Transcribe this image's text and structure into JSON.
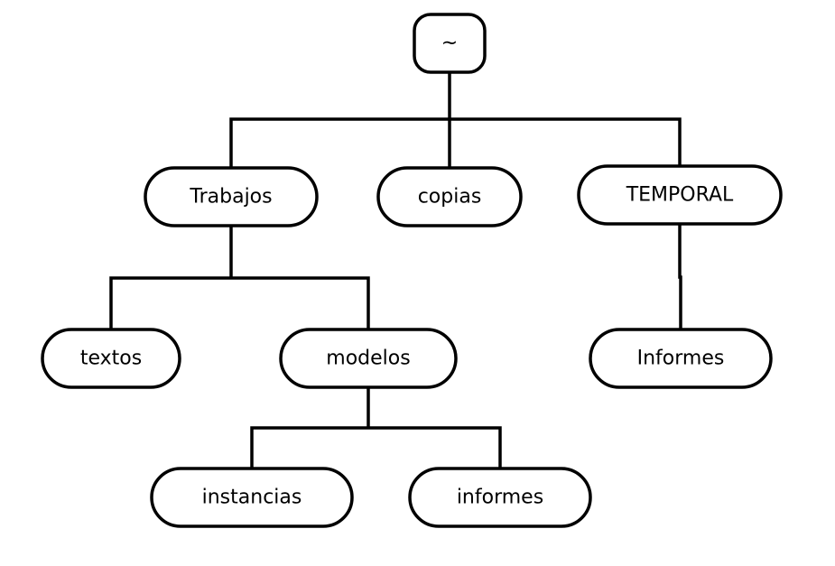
{
  "tree": {
    "nodes": [
      {
        "id": "root",
        "label": "~",
        "parent": null
      },
      {
        "id": "trabajos",
        "label": "Trabajos",
        "parent": "root"
      },
      {
        "id": "copias",
        "label": "copias",
        "parent": "root"
      },
      {
        "id": "temporal",
        "label": "TEMPORAL",
        "parent": "root"
      },
      {
        "id": "textos",
        "label": "textos",
        "parent": "trabajos"
      },
      {
        "id": "modelos",
        "label": "modelos",
        "parent": "trabajos"
      },
      {
        "id": "informes-temporal",
        "label": "Informes",
        "parent": "temporal"
      },
      {
        "id": "instancias",
        "label": "instancias",
        "parent": "modelos"
      },
      {
        "id": "informes-modelos",
        "label": "informes",
        "parent": "modelos"
      }
    ]
  }
}
